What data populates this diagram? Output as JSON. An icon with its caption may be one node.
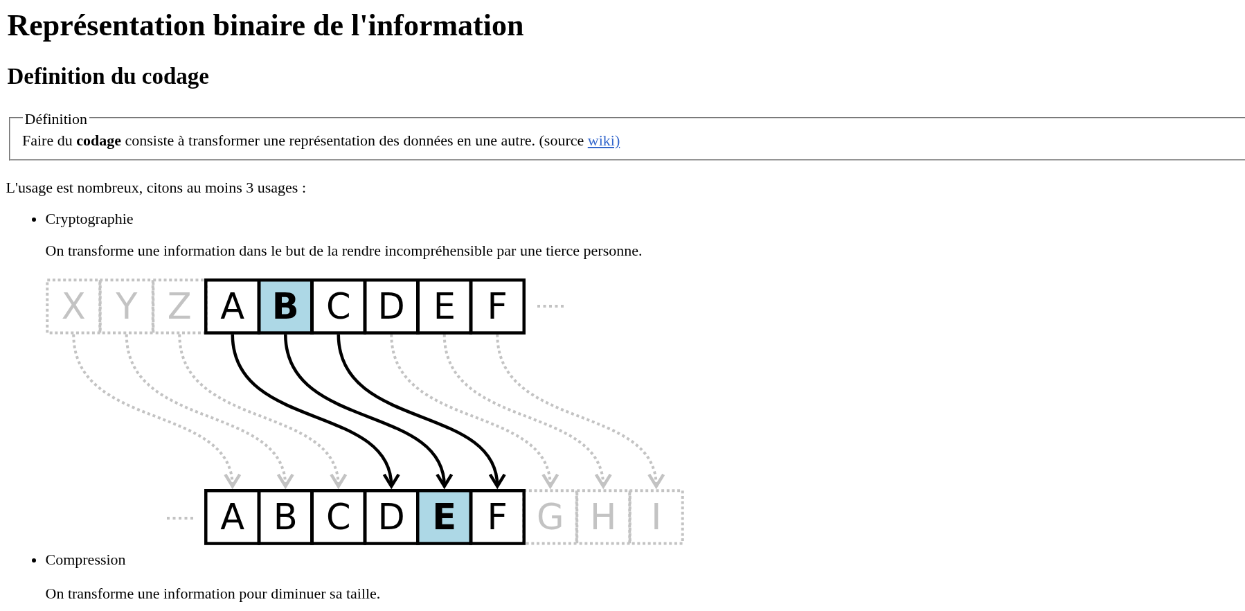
{
  "diagram": {
    "title": "Représentation binaire de l'information",
    "nodes": [
      {
        "text": [
          "Définition",
          "Faire du **codage** consiste à transformer une représentation des données en une autre. (source",
          "wiki)"
        ]
      },
      {
        "text": [
          "X"
        ]
      },
      {
        "text": [
          "Y"
        ]
      },
      {
        "text": [
          "Z"
        ]
      },
      {
        "text": [
          "A"
        ]
      },
      {
        "text": [
          "B"
        ]
      },
      {
        "text": [
          "C"
        ]
      },
      {
        "text": [
          "D"
        ]
      },
      {
        "text": [
          "E"
        ]
      },
      {
        "text": [
          "F"
        ]
      },
      {
        "text": [
          "A"
        ]
      },
      {
        "text": [
          "B"
        ]
      },
      {
        "text": [
          "C"
        ]
      },
      {
        "text": [
          "D"
        ]
      },
      {
        "text": [
          "E"
        ]
      },
      {
        "text": [
          "F"
        ]
      },
      {
        "text": [
          "G"
        ]
      },
      {
        "text": [
          "H"
        ]
      },
      {
        "text": [
          "I"
        ]
      }
    ],
    "edges": [
      {
        "from": 1,
        "to": 10,
        "arrow": "to",
        "style": "dashed"
      },
      {
        "from": 2,
        "to": 11,
        "arrow": "to",
        "style": "dashed"
      },
      {
        "from": 3,
        "to": 12,
        "arrow": "to",
        "style": "dashed"
      },
      {
        "from": 4,
        "to": 13,
        "arrow": "to",
        "color": "#000000"
      },
      {
        "from": 5,
        "to": 14,
        "arrow": "to",
        "color": "#000000"
      },
      {
        "from": 6,
        "to": 15,
        "arrow": "to",
        "color": "#000000"
      },
      {
        "from": 7,
        "to": 16,
        "arrow": "to",
        "style": "dashed"
      },
      {
        "from": 8,
        "to": 17,
        "arrow": "to",
        "style": "dashed"
      },
      {
        "from": 9,
        "to": 18,
        "arrow": "to",
        "style": "dashed"
      }
    ],
    "labels": [
      "Definition du codage",
      "L'usage est nombreux, citons au moins 3 usages :",
      "Cryptographie",
      "On transforme une information dans le but de la rendre incompréhensible par une tierce personne.",
      "Compression",
      "On transforme une information pour diminuer sa taille."
    ]
  }
}
